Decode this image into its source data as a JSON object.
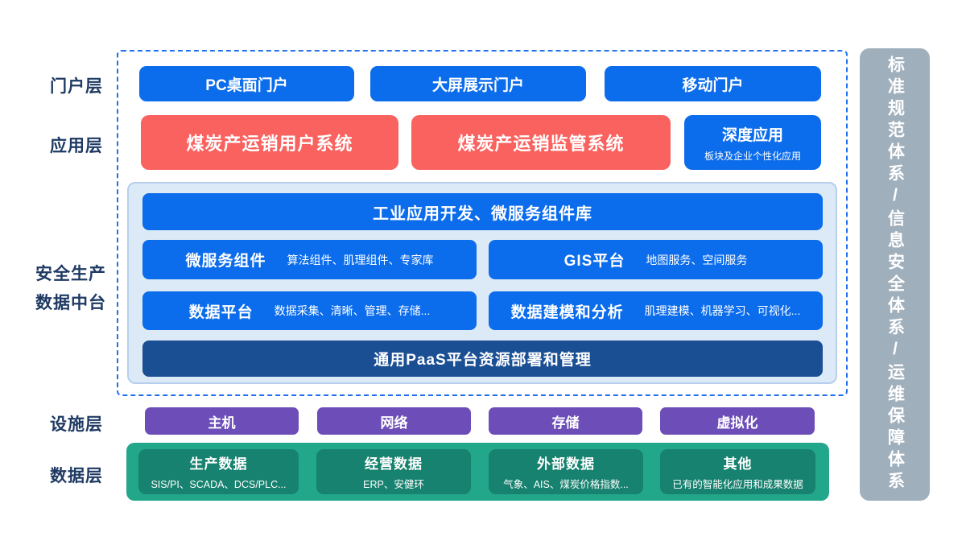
{
  "palette": {
    "blue": "#0b6cec",
    "red": "#fa625f",
    "dark_blue": "#1b4f94",
    "purple": "#6d4eb8",
    "green": "#22a78b",
    "green_dark": "#17826f",
    "grey_bar": "#9fafbc",
    "panel_bg": "#dce9f7",
    "panel_border": "#b7cfec",
    "dashed_border": "#2270ee",
    "label_navy": "#1f3a63"
  },
  "left_labels": {
    "portal": "门户层",
    "application": "应用层",
    "platform_line1": "安全生产",
    "platform_line2": "数据中台",
    "facility": "设施层",
    "data": "数据层"
  },
  "portal": {
    "items": [
      {
        "label": "PC桌面门户"
      },
      {
        "label": "大屏展示门户"
      },
      {
        "label": "移动门户"
      }
    ]
  },
  "application": {
    "items": [
      {
        "label": "煤炭产运销用户系统"
      },
      {
        "label": "煤炭产运销监管系统"
      }
    ],
    "deep": {
      "title": "深度应用",
      "subtitle": "板块及企业个性化应用"
    }
  },
  "platform": {
    "top_bar": "工业应用开发、微服务组件库",
    "cells": [
      {
        "title": "微服务组件",
        "desc": "算法组件、肌理组件、专家库"
      },
      {
        "title": "GIS平台",
        "desc": "地图服务、空间服务"
      },
      {
        "title": "数据平台",
        "desc": "数据采集、清晰、管理、存储..."
      },
      {
        "title": "数据建模和分析",
        "desc": "肌理建模、机器学习、可视化..."
      }
    ],
    "bottom_bar": "通用PaaS平台资源部署和管理"
  },
  "facility": {
    "items": [
      {
        "label": "主机"
      },
      {
        "label": "网络"
      },
      {
        "label": "存储"
      },
      {
        "label": "虚拟化"
      }
    ]
  },
  "data_layer": {
    "cards": [
      {
        "title": "生产数据",
        "subtitle": "SIS/PI、SCADA、DCS/PLC..."
      },
      {
        "title": "经营数据",
        "subtitle": "ERP、安健环"
      },
      {
        "title": "外部数据",
        "subtitle": "气象、AIS、煤炭价格指数..."
      },
      {
        "title": "其他",
        "subtitle": "已有的智能化应用和成果数据"
      }
    ]
  },
  "side_bar": {
    "text": "标准规范体系/信息安全体系/运维保障体系"
  }
}
